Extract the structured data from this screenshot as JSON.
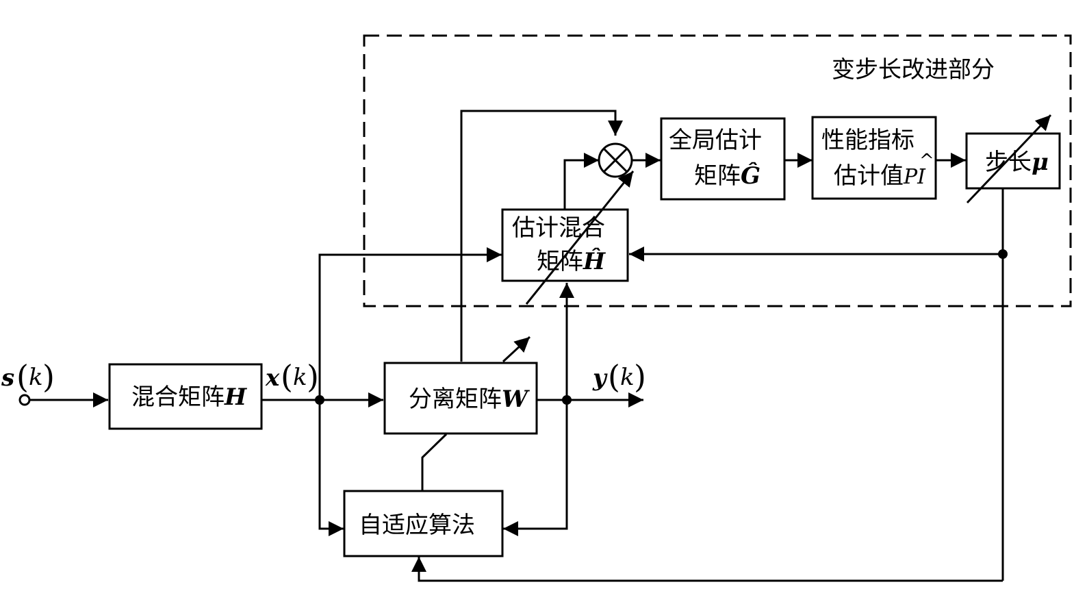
{
  "region": {
    "label": "变步长改进部分"
  },
  "signals": {
    "input": {
      "name": "s",
      "arg": "k"
    },
    "mixed": {
      "name": "x",
      "arg": "k"
    },
    "output": {
      "name": "y",
      "arg": "k"
    }
  },
  "blocks": {
    "mixing": {
      "label": "混合矩阵",
      "symbol": "H"
    },
    "separation": {
      "label": "分离矩阵",
      "symbol": "W"
    },
    "adaptive": {
      "label": "自适应算法"
    },
    "estimate_mixing": {
      "line1": "估计混合",
      "line2": "矩阵",
      "symbol": "Ĥ"
    },
    "global_estimate": {
      "line1": "全局估计",
      "line2": "矩阵",
      "symbol": "Ĝ"
    },
    "performance": {
      "line1": "性能指标",
      "line2": "估计值",
      "symbol": "PI",
      "hat": "^"
    },
    "step": {
      "label": "步长",
      "symbol": "μ"
    }
  }
}
